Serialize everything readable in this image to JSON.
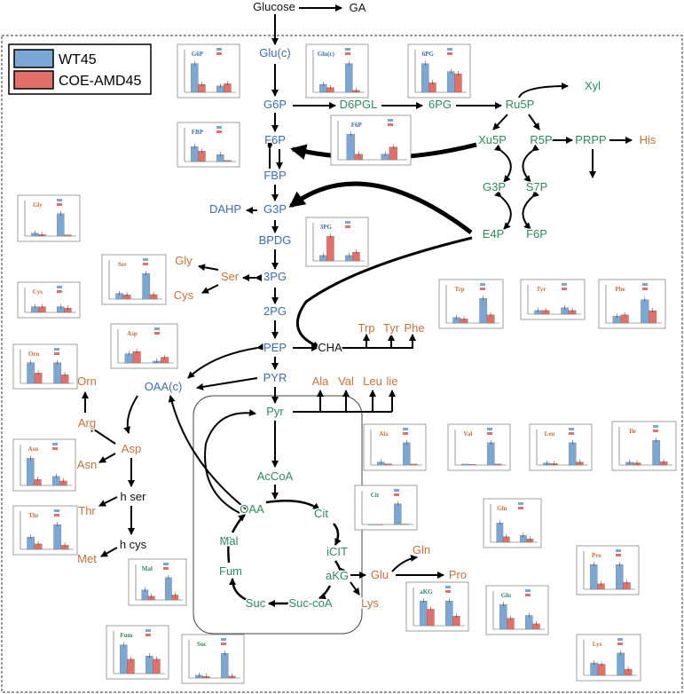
{
  "legend": [
    {
      "label": "WT45",
      "color": "#7ba7d4"
    },
    {
      "label": "COE-AMD45",
      "color": "#e07068"
    }
  ],
  "colors": {
    "blue_text": "#3a6db3",
    "green_text": "#2f8a5b",
    "orange_text": "#c8703a",
    "black_text": "#111111"
  },
  "metabolites": [
    {
      "id": "glucose",
      "text": "Glucose",
      "color": "black"
    },
    {
      "id": "ga",
      "text": "GA",
      "color": "black"
    },
    {
      "id": "glu_c",
      "text": "Glu(c)",
      "color": "blue"
    },
    {
      "id": "g6p",
      "text": "G6P",
      "color": "blue"
    },
    {
      "id": "d6pgl",
      "text": "D6PGL",
      "color": "green"
    },
    {
      "id": "6pg",
      "text": "6PG",
      "color": "green"
    },
    {
      "id": "ru5p",
      "text": "Ru5P",
      "color": "green"
    },
    {
      "id": "xyl",
      "text": "Xyl",
      "color": "green"
    },
    {
      "id": "xu5p",
      "text": "Xu5P",
      "color": "green"
    },
    {
      "id": "r5p",
      "text": "R5P",
      "color": "green"
    },
    {
      "id": "prpp",
      "text": "PRPP",
      "color": "green"
    },
    {
      "id": "his",
      "text": "His",
      "color": "orange"
    },
    {
      "id": "g3p_r",
      "text": "G3P",
      "color": "green"
    },
    {
      "id": "s7p",
      "text": "S7P",
      "color": "green"
    },
    {
      "id": "e4p",
      "text": "E4P",
      "color": "green"
    },
    {
      "id": "f6p_r",
      "text": "F6P",
      "color": "green"
    },
    {
      "id": "f6p",
      "text": "F6P",
      "color": "blue"
    },
    {
      "id": "fbp",
      "text": "FBP",
      "color": "blue"
    },
    {
      "id": "dahp",
      "text": "DAHP",
      "color": "blue"
    },
    {
      "id": "g3p",
      "text": "G3P",
      "color": "blue"
    },
    {
      "id": "bpdg",
      "text": "BPDG",
      "color": "blue"
    },
    {
      "id": "3pg",
      "text": "3PG",
      "color": "blue"
    },
    {
      "id": "ser",
      "text": "Ser",
      "color": "orange"
    },
    {
      "id": "gly",
      "text": "Gly",
      "color": "orange"
    },
    {
      "id": "cys",
      "text": "Cys",
      "color": "orange"
    },
    {
      "id": "2pg",
      "text": "2PG",
      "color": "blue"
    },
    {
      "id": "pep",
      "text": "PEP",
      "color": "blue"
    },
    {
      "id": "cha",
      "text": "CHA",
      "color": "black"
    },
    {
      "id": "trp",
      "text": "Trp",
      "color": "orange"
    },
    {
      "id": "tyr",
      "text": "Tyr",
      "color": "orange"
    },
    {
      "id": "phe",
      "text": "Phe",
      "color": "orange"
    },
    {
      "id": "pyr_c",
      "text": "PYR",
      "color": "blue"
    },
    {
      "id": "oaa_c",
      "text": "OAA(c)",
      "color": "blue"
    },
    {
      "id": "ala",
      "text": "Ala",
      "color": "orange"
    },
    {
      "id": "val",
      "text": "Val",
      "color": "orange"
    },
    {
      "id": "leu",
      "text": "Leu",
      "color": "orange"
    },
    {
      "id": "ile",
      "text": "lie",
      "color": "orange"
    },
    {
      "id": "pyr",
      "text": "Pyr",
      "color": "green"
    },
    {
      "id": "orn",
      "text": "Orn",
      "color": "orange"
    },
    {
      "id": "arg",
      "text": "Arg",
      "color": "orange"
    },
    {
      "id": "asp",
      "text": "Asp",
      "color": "orange"
    },
    {
      "id": "asn",
      "text": "Asn",
      "color": "orange"
    },
    {
      "id": "hser",
      "text": "h ser",
      "color": "black"
    },
    {
      "id": "thr",
      "text": "Thr",
      "color": "orange"
    },
    {
      "id": "hcys",
      "text": "h cys",
      "color": "black"
    },
    {
      "id": "met",
      "text": "Met",
      "color": "orange"
    },
    {
      "id": "accoa",
      "text": "AcCoA",
      "color": "green"
    },
    {
      "id": "oaa",
      "text": "OAA",
      "color": "green"
    },
    {
      "id": "cit",
      "text": "Cit",
      "color": "green"
    },
    {
      "id": "icit",
      "text": "iCIT",
      "color": "green"
    },
    {
      "id": "akg",
      "text": "aKG",
      "color": "green"
    },
    {
      "id": "glu",
      "text": "Glu",
      "color": "orange"
    },
    {
      "id": "gln",
      "text": "Gln",
      "color": "orange"
    },
    {
      "id": "pro",
      "text": "Pro",
      "color": "orange"
    },
    {
      "id": "lys",
      "text": "Lys",
      "color": "orange"
    },
    {
      "id": "succoa",
      "text": "Suc-coA",
      "color": "green"
    },
    {
      "id": "suc",
      "text": "Suc",
      "color": "green"
    },
    {
      "id": "fum",
      "text": "Fum",
      "color": "green"
    },
    {
      "id": "mal",
      "text": "Mal",
      "color": "green"
    }
  ],
  "chart_data": [
    {
      "type": "bar",
      "title": "G6P",
      "title_color": "blue",
      "series": [
        {
          "name": "WT45",
          "values": [
            0.9,
            0.2
          ]
        },
        {
          "name": "COE-AMD45",
          "values": [
            0.25,
            0.27
          ]
        }
      ]
    },
    {
      "type": "bar",
      "title": "Glu(c)",
      "title_color": "blue",
      "series": [
        {
          "name": "WT45",
          "values": [
            0.25,
            0.9
          ]
        },
        {
          "name": "COE-AMD45",
          "values": [
            0.15,
            0.06
          ]
        }
      ]
    },
    {
      "type": "bar",
      "title": "6PG",
      "title_color": "blue",
      "series": [
        {
          "name": "WT45",
          "values": [
            0.9,
            0.65
          ]
        },
        {
          "name": "COE-AMD45",
          "values": [
            0.3,
            0.58
          ]
        }
      ]
    },
    {
      "type": "bar",
      "title": "FBP",
      "title_color": "blue",
      "series": [
        {
          "name": "WT45",
          "values": [
            0.65,
            0.3
          ]
        },
        {
          "name": "COE-AMD45",
          "values": [
            0.45,
            0.05
          ]
        }
      ]
    },
    {
      "type": "bar",
      "title": "F6P",
      "title_color": "blue",
      "series": [
        {
          "name": "WT45",
          "values": [
            0.9,
            0.2
          ]
        },
        {
          "name": "COE-AMD45",
          "values": [
            0.2,
            0.45
          ]
        }
      ]
    },
    {
      "type": "bar",
      "title": "Gly",
      "title_color": "orange",
      "series": [
        {
          "name": "WT45",
          "values": [
            0.12,
            0.9
          ]
        },
        {
          "name": "COE-AMD45",
          "values": [
            0.06,
            0.05
          ]
        }
      ]
    },
    {
      "type": "bar",
      "title": "3PG",
      "title_color": "blue",
      "series": [
        {
          "name": "WT45",
          "values": [
            0.2,
            0.2
          ]
        },
        {
          "name": "COE-AMD45",
          "values": [
            0.9,
            0.32
          ]
        }
      ]
    },
    {
      "type": "bar",
      "title": "Ser",
      "title_color": "orange",
      "series": [
        {
          "name": "WT45",
          "values": [
            0.2,
            0.9
          ]
        },
        {
          "name": "COE-AMD45",
          "values": [
            0.15,
            0.16
          ]
        }
      ]
    },
    {
      "type": "bar",
      "title": "Cys",
      "title_color": "orange",
      "series": [
        {
          "name": "WT45",
          "values": [
            0.4,
            0.4
          ]
        },
        {
          "name": "COE-AMD45",
          "values": [
            0.4,
            0.3
          ]
        }
      ]
    },
    {
      "type": "bar",
      "title": "Trp",
      "title_color": "orange",
      "series": [
        {
          "name": "WT45",
          "values": [
            0.2,
            0.9
          ]
        },
        {
          "name": "COE-AMD45",
          "values": [
            0.15,
            0.3
          ]
        }
      ]
    },
    {
      "type": "bar",
      "title": "Tyr",
      "title_color": "orange",
      "series": [
        {
          "name": "WT45",
          "values": [
            0.2,
            0.35
          ]
        },
        {
          "name": "COE-AMD45",
          "values": [
            0.2,
            0.2
          ]
        }
      ]
    },
    {
      "type": "bar",
      "title": "Phe",
      "title_color": "orange",
      "series": [
        {
          "name": "WT45",
          "values": [
            0.25,
            0.85
          ]
        },
        {
          "name": "COE-AMD45",
          "values": [
            0.3,
            0.45
          ]
        }
      ]
    },
    {
      "type": "bar",
      "title": "Asp",
      "title_color": "orange",
      "series": [
        {
          "name": "WT45",
          "values": [
            0.4,
            0.08
          ]
        },
        {
          "name": "COE-AMD45",
          "values": [
            0.5,
            0.25
          ]
        }
      ]
    },
    {
      "type": "bar",
      "title": "Orn",
      "title_color": "orange",
      "series": [
        {
          "name": "WT45",
          "values": [
            0.9,
            0.9
          ]
        },
        {
          "name": "COE-AMD45",
          "values": [
            0.45,
            0.38
          ]
        }
      ]
    },
    {
      "type": "bar",
      "title": "Ala",
      "title_color": "orange",
      "series": [
        {
          "name": "WT45",
          "values": [
            0.12,
            0.9
          ]
        },
        {
          "name": "COE-AMD45",
          "values": [
            0.05,
            0.04
          ]
        }
      ]
    },
    {
      "type": "bar",
      "title": "Val",
      "title_color": "orange",
      "series": [
        {
          "name": "WT45",
          "values": [
            0.04,
            0.9
          ]
        },
        {
          "name": "COE-AMD45",
          "values": [
            0.03,
            0.04
          ]
        }
      ]
    },
    {
      "type": "bar",
      "title": "Leu",
      "title_color": "orange",
      "series": [
        {
          "name": "WT45",
          "values": [
            0.08,
            0.9
          ]
        },
        {
          "name": "COE-AMD45",
          "values": [
            0.06,
            0.12
          ]
        }
      ]
    },
    {
      "type": "bar",
      "title": "Ile",
      "title_color": "orange",
      "series": [
        {
          "name": "WT45",
          "values": [
            0.1,
            0.9
          ]
        },
        {
          "name": "COE-AMD45",
          "values": [
            0.08,
            0.12
          ]
        }
      ]
    },
    {
      "type": "bar",
      "title": "Asn",
      "title_color": "orange",
      "series": [
        {
          "name": "WT45",
          "values": [
            0.9,
            0.3
          ]
        },
        {
          "name": "COE-AMD45",
          "values": [
            0.2,
            0.15
          ]
        }
      ]
    },
    {
      "type": "bar",
      "title": "Cit",
      "title_color": "green",
      "series": [
        {
          "name": "WT45",
          "values": [
            0.0,
            0.9
          ]
        },
        {
          "name": "COE-AMD45",
          "values": [
            0.0,
            0.02
          ]
        }
      ]
    },
    {
      "type": "bar",
      "title": "Gln",
      "title_color": "orange",
      "series": [
        {
          "name": "WT45",
          "values": [
            0.7,
            0.25
          ]
        },
        {
          "name": "COE-AMD45",
          "values": [
            0.2,
            0.12
          ]
        }
      ]
    },
    {
      "type": "bar",
      "title": "Thr",
      "title_color": "orange",
      "series": [
        {
          "name": "WT45",
          "values": [
            0.45,
            0.9
          ]
        },
        {
          "name": "COE-AMD45",
          "values": [
            0.2,
            0.15
          ]
        }
      ]
    },
    {
      "type": "bar",
      "title": "Pro",
      "title_color": "orange",
      "series": [
        {
          "name": "WT45",
          "values": [
            0.9,
            0.9
          ]
        },
        {
          "name": "COE-AMD45",
          "values": [
            0.2,
            0.25
          ]
        }
      ]
    },
    {
      "type": "bar",
      "title": "Mal",
      "title_color": "green",
      "series": [
        {
          "name": "WT45",
          "values": [
            0.4,
            0.9
          ]
        },
        {
          "name": "COE-AMD45",
          "values": [
            0.15,
            0.2
          ]
        }
      ]
    },
    {
      "type": "bar",
      "title": "aKG",
      "title_color": "green",
      "series": [
        {
          "name": "WT45",
          "values": [
            0.9,
            0.9
          ]
        },
        {
          "name": "COE-AMD45",
          "values": [
            0.6,
            0.35
          ]
        }
      ]
    },
    {
      "type": "bar",
      "title": "Glu",
      "title_color": "green",
      "series": [
        {
          "name": "WT45",
          "values": [
            0.9,
            0.5
          ]
        },
        {
          "name": "COE-AMD45",
          "values": [
            0.4,
            0.2
          ]
        }
      ]
    },
    {
      "type": "bar",
      "title": "Fum",
      "title_color": "green",
      "series": [
        {
          "name": "WT45",
          "values": [
            0.9,
            0.55
          ]
        },
        {
          "name": "COE-AMD45",
          "values": [
            0.45,
            0.45
          ]
        }
      ]
    },
    {
      "type": "bar",
      "title": "Suc",
      "title_color": "green",
      "series": [
        {
          "name": "WT45",
          "values": [
            0.1,
            0.9
          ]
        },
        {
          "name": "COE-AMD45",
          "values": [
            0.06,
            0.07
          ]
        }
      ]
    },
    {
      "type": "bar",
      "title": "Lys",
      "title_color": "orange",
      "series": [
        {
          "name": "WT45",
          "values": [
            0.5,
            0.9
          ]
        },
        {
          "name": "COE-AMD45",
          "values": [
            0.45,
            0.25
          ]
        }
      ]
    }
  ]
}
